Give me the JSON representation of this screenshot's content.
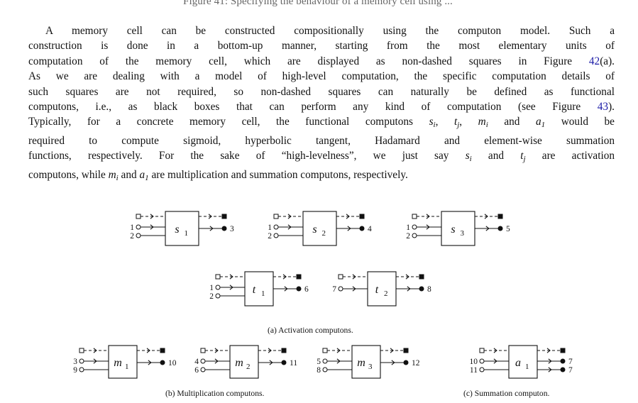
{
  "header_fragment": "Figure 41: Specifying the behaviour of a memory cell using ...",
  "paragraph": {
    "lines": [
      [
        "A memory cell can be constructed compositionally using the computon model. Such a"
      ],
      [
        "construction is done in a bottom-up manner, starting from the most elementary units of"
      ],
      [
        "computation of the memory cell, which are displayed as non-dashed squares in Figure ",
        "42",
        "(a)."
      ],
      [
        "As we are dealing with a model of high-level computation, the specific computation details of"
      ],
      [
        "such squares are not required, so non-dashed squares can naturally be defined as functional"
      ],
      [
        "computons, i.e., as black boxes that can perform any kind of computation (see Figure ",
        "43",
        ")."
      ],
      [
        "Typically, for a concrete memory cell, the functional computons s",
        "i",
        ", t",
        "j",
        ", m",
        "i",
        " and a",
        "1",
        " would be"
      ],
      [
        "required to compute sigmoid, hyperbolic tangent, Hadamard and element-wise summation"
      ],
      [
        "functions, respectively. For the sake of “high-levelness”, we just say s",
        "i",
        " and t",
        "j",
        " are activation"
      ],
      [
        "computons, while m",
        "i",
        " and a",
        "1",
        " are multiplication and summation computons, respectively."
      ]
    ]
  },
  "computons": [
    {
      "id": "s1",
      "letter": "s",
      "sub": "1",
      "inputs": [
        "1",
        "2"
      ],
      "outputs": [
        "3"
      ]
    },
    {
      "id": "s2",
      "letter": "s",
      "sub": "2",
      "inputs": [
        "1",
        "2"
      ],
      "outputs": [
        "4"
      ]
    },
    {
      "id": "s3",
      "letter": "s",
      "sub": "3",
      "inputs": [
        "1",
        "2"
      ],
      "outputs": [
        "5"
      ]
    },
    {
      "id": "t1",
      "letter": "t",
      "sub": "1",
      "inputs": [
        "1",
        "2"
      ],
      "outputs": [
        "6"
      ]
    },
    {
      "id": "t2",
      "letter": "t",
      "sub": "2",
      "inputs": [
        "7"
      ],
      "outputs": [
        "8"
      ]
    },
    {
      "id": "m1",
      "letter": "m",
      "sub": "1",
      "inputs": [
        "3",
        "9"
      ],
      "outputs": [
        "10"
      ]
    },
    {
      "id": "m2",
      "letter": "m",
      "sub": "2",
      "inputs": [
        "4",
        "6"
      ],
      "outputs": [
        "11"
      ]
    },
    {
      "id": "m3",
      "letter": "m",
      "sub": "3",
      "inputs": [
        "5",
        "8"
      ],
      "outputs": [
        "12"
      ]
    },
    {
      "id": "a1",
      "letter": "a",
      "sub": "1",
      "inputs": [
        "10",
        "11"
      ],
      "outputs": [
        "7",
        "7"
      ]
    }
  ],
  "captions": {
    "a": "(a) Activation computons.",
    "b": "(b) Multiplication computons.",
    "c": "(c) Summation computon."
  }
}
